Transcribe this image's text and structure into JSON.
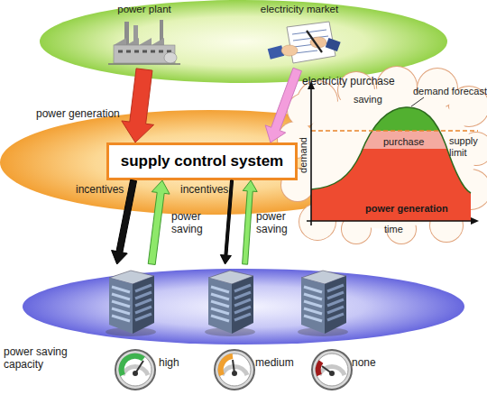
{
  "diagram": {
    "nodes": [
      {
        "text": [
          "power plant"
        ]
      },
      {
        "text": [
          "electricity market"
        ]
      },
      {
        "text": [
          "supply control system"
        ]
      },
      {
        "text": [
          "high"
        ]
      },
      {
        "text": [
          "medium"
        ]
      },
      {
        "text": [
          "none"
        ]
      }
    ],
    "edges": [
      {
        "from": 0,
        "to": 2,
        "label": "power generation",
        "arrow": "to"
      },
      {
        "from": 1,
        "to": 2,
        "label": "electricity purchase",
        "arrow": "to"
      },
      {
        "from": 2,
        "to": 3,
        "label": "incentives",
        "arrow": "to"
      },
      {
        "from": 3,
        "to": 2,
        "label": "power saving",
        "arrow": "to"
      },
      {
        "from": 2,
        "to": 4,
        "label": "incentives",
        "arrow": "to"
      },
      {
        "from": 4,
        "to": 2,
        "label": "power saving",
        "arrow": "to"
      }
    ],
    "labels": [
      "saving",
      "demand forecast",
      "supply limit",
      "purchase",
      "power generation",
      "demand",
      "time",
      "power saving capacity"
    ]
  }
}
